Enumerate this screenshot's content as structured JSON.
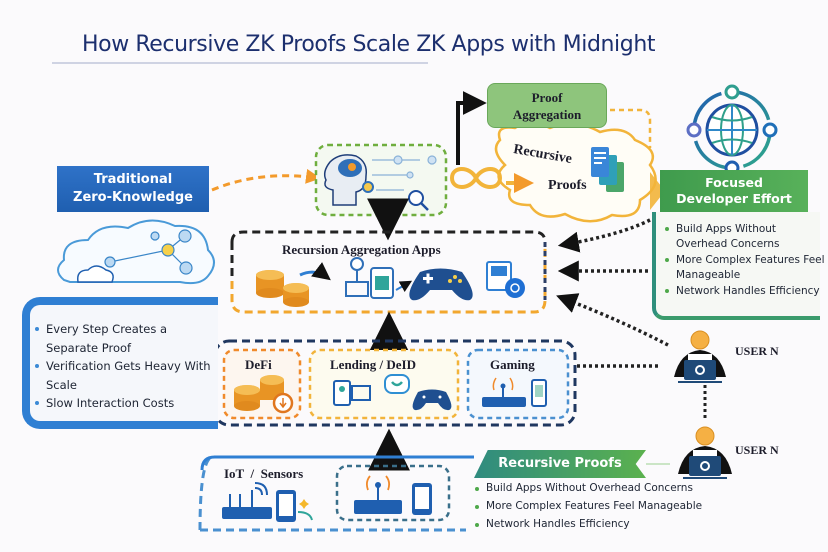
{
  "title": "How Recursive ZK Proofs Scale ZK Apps with Midnight",
  "colors": {
    "title": "#1c2f6e",
    "traditional_blue": "#2f72c8",
    "developer_green": "#4ea84a",
    "proof_aggregation_green": "#8ec57c",
    "orange_arrow": "#f39a2b",
    "gold_dashed": "#f2b43a",
    "navy_dashed": "#1f3760"
  },
  "traditional_zk": {
    "heading_line1": "Traditional",
    "heading_line2": "Zero-Knowledge",
    "icon": "network-cloud-icon",
    "bullets": [
      "Every Step Creates a Separate Proof",
      "Verification Gets Heavy With Scale",
      "Slow Interaction Costs"
    ]
  },
  "ai_node": {
    "icon": "ai-brain-head-icon"
  },
  "proof_aggregation": {
    "line1": "Proof",
    "line2": "Aggregation"
  },
  "recursive_cloud": {
    "line1": "Recursive",
    "line2": "Proofs",
    "icons": [
      "infinity-icon",
      "documents-icon"
    ]
  },
  "focused_developer": {
    "icon": "globe-network-icon",
    "heading_line1": "Focused",
    "heading_line2": "Developer Effort",
    "bullets": [
      "Build Apps Without Overhead Concerns",
      "More Complex Features Feel Manageable",
      "Network Handles Efficiency"
    ]
  },
  "recursion_apps": {
    "label": "Recursion Aggregation Apps",
    "icons": [
      "coins-icon",
      "exchange-arrows-icon",
      "verifier-icon",
      "shield-card-icon",
      "gamepad-icon",
      "media-card-icon"
    ]
  },
  "app_categories": [
    {
      "label": "DeFi",
      "icons": [
        "coins-icon",
        "download-coin-icon"
      ]
    },
    {
      "label": "Lending / DeID",
      "icons": [
        "id-card-icon",
        "chat-icon",
        "gamepad-icon"
      ]
    },
    {
      "label": "Gaming",
      "icons": [
        "router-icon",
        "phone-icon"
      ]
    }
  ],
  "iot": {
    "label": "IoT  /  Sensors",
    "icons": [
      "router-icon",
      "phone-icon",
      "router-icon",
      "phone-icon"
    ]
  },
  "users": [
    {
      "label": "USER N"
    },
    {
      "label": "USER N"
    }
  ],
  "recursive_proofs_panel": {
    "heading": "Recursive Proofs",
    "bullets": [
      "Build Apps Without Overhead Concerns",
      "More Complex Features Feel Manageable",
      "Network Handles Efficiency"
    ]
  }
}
